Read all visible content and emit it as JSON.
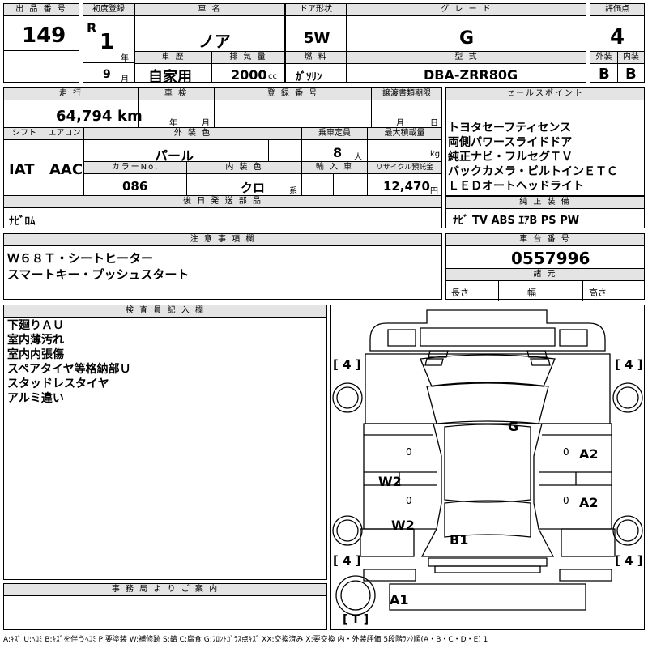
{
  "header": {
    "lot_no_label": "出 品 番 号",
    "lot_no": "149",
    "first_reg_label": "初度登録",
    "era": "R",
    "year": "1",
    "year_unit": "年",
    "month": "9",
    "month_unit": "月",
    "car_name_label": "車 名",
    "car_name": "ノア",
    "history_label": "車 歴",
    "history": "自家用",
    "displacement_label": "排 気 量",
    "displacement": "2000",
    "displacement_unit": "cc",
    "door_label": "ドア形状",
    "door": "5W",
    "fuel_label": "燃 料",
    "fuel": "ｶﾞｿﾘﾝ",
    "grade_label": "グ レ ー ド",
    "grade": "G",
    "model_label": "型 式",
    "model": "DBA-ZRR80G",
    "score_label": "評価点",
    "score": "4",
    "exterior_label": "外装",
    "exterior": "B",
    "interior_label": "内装",
    "interior": "B"
  },
  "details": {
    "mileage_label": "走 行",
    "mileage": "64,794",
    "mileage_unit": "km",
    "inspection_label": "車 検",
    "inspection_year_unit": "年",
    "inspection_month_unit": "月",
    "reg_no_label": "登 録 番 号",
    "transfer_label": "譲渡書類期限",
    "transfer_month_unit": "月",
    "transfer_day_unit": "日",
    "shift_label": "シフト",
    "shift": "IAT",
    "ac_label": "エアコン",
    "ac": "AAC",
    "ext_color_label": "外 装 色",
    "ext_color": "パール",
    "capacity_label": "乗車定員",
    "capacity": "8",
    "capacity_unit": "人",
    "max_load_label": "最大積載量",
    "max_load_unit": "kg",
    "color_no_label": "カラーNo.",
    "color_no": "086",
    "int_color_label": "内 装 色",
    "int_color": "クロ",
    "int_color_unit": "系",
    "import_label": "輸 入 車",
    "recycle_label": "リサイクル預託金",
    "recycle": "12,470",
    "recycle_unit": "円",
    "later_parts_label": "後 日 発 送 部 品",
    "later_parts": "ﾅﾋﾞﾛﾑ"
  },
  "sales_points": {
    "label": "セールスポイント",
    "lines": [
      "トヨタセーフティセンス",
      "両側パワースライドドア",
      "純正ナビ・フルセグＴＶ",
      "バックカメラ・ビルトインＥＴＣ",
      "ＬＥＤオートヘッドライト"
    ]
  },
  "genuine": {
    "label": "純 正 装 備",
    "value": "ﾅﾋﾞ  TV  ABS  ｴｱB  PS  PW"
  },
  "notes": {
    "label": "注 意 事 項 欄",
    "lines": [
      "Ｗ６８Ｔ・シートヒーター",
      "スマートキー・プッシュスタート"
    ]
  },
  "chassis": {
    "label": "車 台 番 号",
    "value": "0557996",
    "specs_label": "諸 元",
    "length_label": "長さ",
    "width_label": "幅",
    "height_label": "高さ"
  },
  "inspector": {
    "label": "検 査 員 記 入 欄",
    "lines": [
      "下廻りＡＵ",
      "室内薄汚れ",
      "室内内張傷",
      "スペアタイヤ等格納部Ｕ",
      "スタッドレスタイヤ",
      "アルミ違い"
    ]
  },
  "office": {
    "label": "事 務 局 よ り ご 案 内"
  },
  "diagram": {
    "tire_fl": "[ 4 ]",
    "tire_fr": "[ 4 ]",
    "tire_rl": "[ 4 ]",
    "tire_rr": "[ 4 ]",
    "spare": "[ T ]",
    "marks": {
      "roof": "G",
      "left_front_door": "W2",
      "left_rear_door": "W2",
      "right_front_door": "A2",
      "right_rear_door": "A2",
      "rear_glass": "B1",
      "rear_bumper": "A1",
      "zero1": "0",
      "zero2": "0",
      "zero3": "0",
      "zero4": "0"
    }
  },
  "footer": "A:ｷｽﾞ U:ﾍｺﾐ B:ｷｽﾞを伴うﾍｺﾐ P:要塗装 W:補修跡 S:錆 C:腐食 G:ﾌﾛﾝﾄｶﾞﾗｽ点ｷｽﾞ XX:交換済み X:要交換 内・外装評価 5段階ﾗﾝｸ順(A・B・C・D・E) 1"
}
